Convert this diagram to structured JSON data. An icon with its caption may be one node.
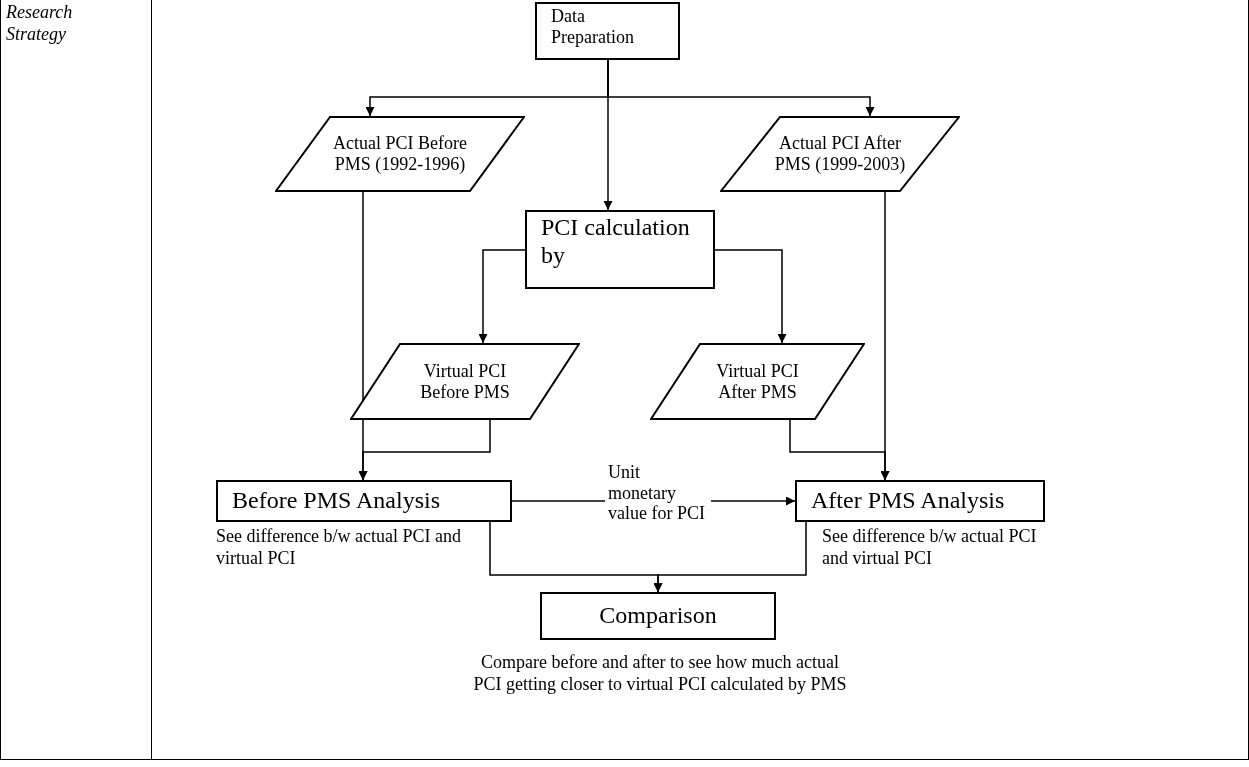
{
  "diagram": {
    "nodes": [
      {
        "text": [
          "Data Preparation"
        ]
      },
      {
        "text": [
          "Actual PCI Before PMS (1992-1996)"
        ]
      },
      {
        "text": [
          "Actual PCI After PMS (1999-2003)"
        ]
      },
      {
        "text": [
          "PCI calculation by"
        ]
      },
      {
        "text": [
          "Virtual PCI Before PMS"
        ]
      },
      {
        "text": [
          "Virtual PCI After PMS"
        ]
      },
      {
        "text": [
          "Before PMS Analysis"
        ],
        "beside": [
          "See difference b/w actual PCI and virtual PCI"
        ]
      },
      {
        "text": [
          "After PMS Analysis"
        ],
        "beside": [
          "See difference b/w actual PCI and virtual PCI"
        ]
      },
      {
        "text": [
          "Comparison"
        ],
        "beside": [
          "Compare before and after to see how much actual PCI getting closer to virtual PCI calculated by PMS"
        ]
      }
    ],
    "edges": [
      {
        "from": 0,
        "to": 1,
        "arrow": "to"
      },
      {
        "from": 0,
        "to": 2,
        "arrow": "to"
      },
      {
        "from": 0,
        "to": 3,
        "arrow": "to"
      },
      {
        "from": 3,
        "to": 4,
        "arrow": "to"
      },
      {
        "from": 3,
        "to": 5,
        "arrow": "to"
      },
      {
        "from": 1,
        "to": 6,
        "arrow": "to"
      },
      {
        "from": 4,
        "to": 6,
        "arrow": "to"
      },
      {
        "from": 2,
        "to": 7,
        "arrow": "to"
      },
      {
        "from": 5,
        "to": 7,
        "arrow": "to"
      },
      {
        "from": 6,
        "to": 7,
        "arrow": "to",
        "label": "Unit monetary value for PCI"
      },
      {
        "from": 6,
        "to": 8,
        "arrow": "to"
      },
      {
        "from": 7,
        "to": 8,
        "arrow": "to"
      }
    ],
    "labels": [
      "Research Strategy"
    ]
  }
}
